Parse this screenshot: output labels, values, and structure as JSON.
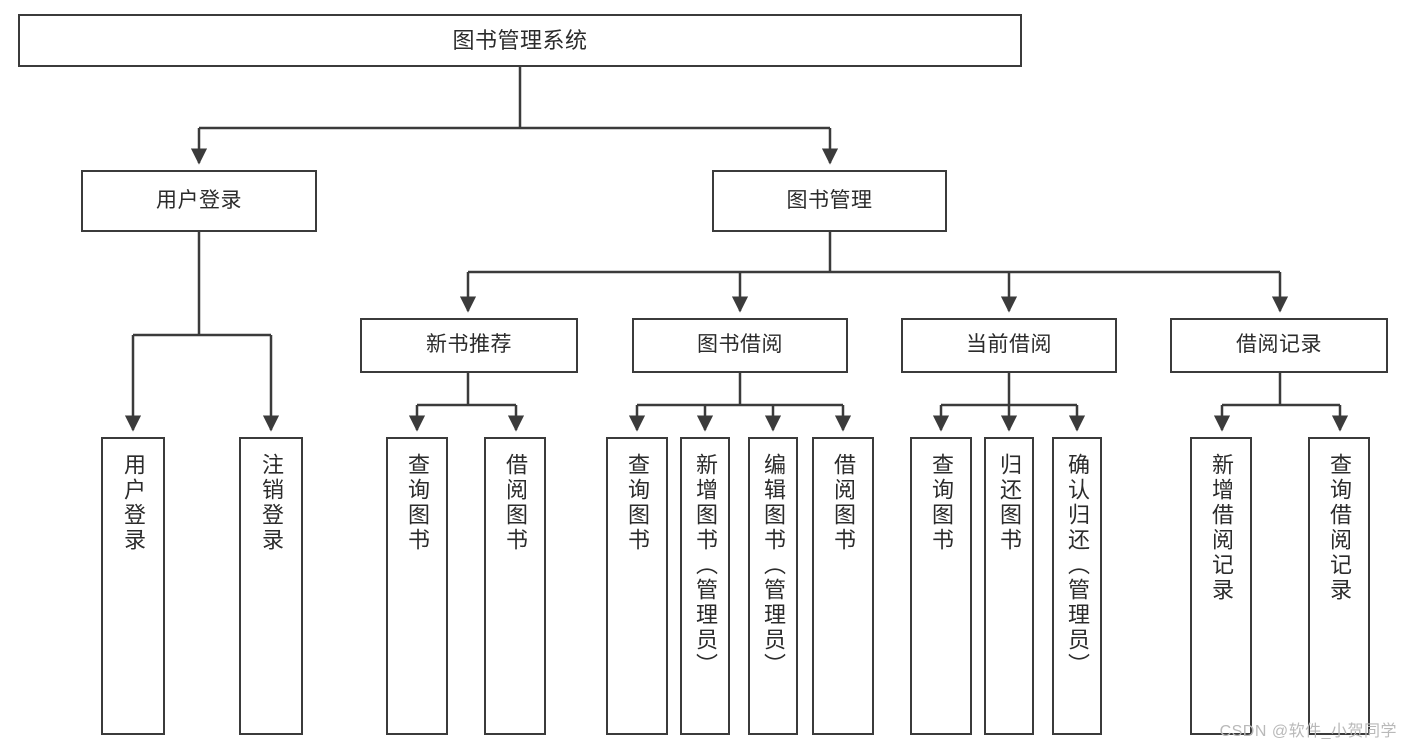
{
  "diagram": {
    "title": "图书管理系统",
    "type": "tree-hierarchy",
    "watermark": "CSDN @软件_小贺同学",
    "colors": {
      "stroke": "#3b3b3b",
      "fill": "#ffffff",
      "text": "#2b2b2b",
      "watermark": "#b9b9b9"
    },
    "nodes": {
      "root": {
        "label": "图书管理系统",
        "level": 0
      },
      "level1": [
        {
          "id": "user-login",
          "label": "用户登录"
        },
        {
          "id": "book-management",
          "label": "图书管理"
        }
      ],
      "level2": [
        {
          "id": "new-book-recommend",
          "label": "新书推荐",
          "parent": "book-management"
        },
        {
          "id": "book-borrow",
          "label": "图书借阅",
          "parent": "book-management"
        },
        {
          "id": "current-borrow",
          "label": "当前借阅",
          "parent": "book-management"
        },
        {
          "id": "borrow-record",
          "label": "借阅记录",
          "parent": "book-management"
        }
      ],
      "leaves": [
        {
          "id": "leaf-user-login",
          "label": "用户登录",
          "parent": "user-login"
        },
        {
          "id": "leaf-logout",
          "label": "注销登录",
          "parent": "user-login"
        },
        {
          "id": "leaf-query-book-1",
          "label": "查询图书",
          "parent": "new-book-recommend"
        },
        {
          "id": "leaf-borrow-book-1",
          "label": "借阅图书",
          "parent": "new-book-recommend"
        },
        {
          "id": "leaf-query-book-2",
          "label": "查询图书",
          "parent": "book-borrow"
        },
        {
          "id": "leaf-add-book",
          "label": "新增图书（管理员）",
          "parent": "book-borrow"
        },
        {
          "id": "leaf-edit-book",
          "label": "编辑图书（管理员）",
          "parent": "book-borrow"
        },
        {
          "id": "leaf-borrow-book-2",
          "label": "借阅图书",
          "parent": "book-borrow"
        },
        {
          "id": "leaf-query-book-3",
          "label": "查询图书",
          "parent": "current-borrow"
        },
        {
          "id": "leaf-return-book",
          "label": "归还图书",
          "parent": "current-borrow"
        },
        {
          "id": "leaf-confirm-return",
          "label": "确认归还（管理员）",
          "parent": "current-borrow"
        },
        {
          "id": "leaf-add-record",
          "label": "新增借阅记录",
          "parent": "borrow-record"
        },
        {
          "id": "leaf-query-record",
          "label": "查询借阅记录",
          "parent": "borrow-record"
        }
      ]
    }
  }
}
